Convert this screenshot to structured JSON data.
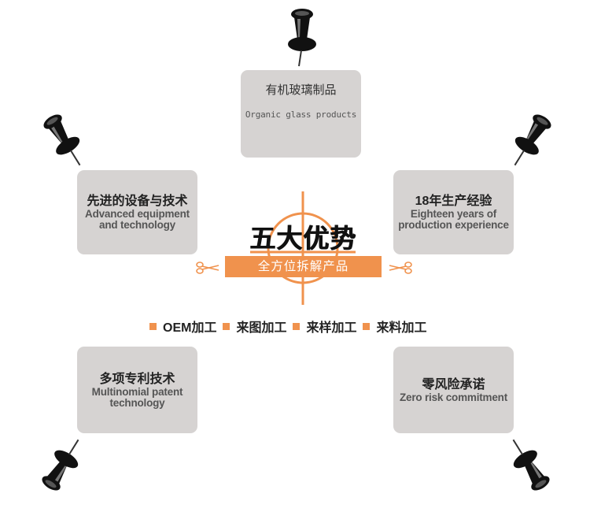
{
  "center": {
    "title": "五大优势",
    "subtitle": "全方位拆解产品"
  },
  "cards": {
    "top": {
      "zh": "有机玻璃制品",
      "en": "Organic glass products"
    },
    "left_upper": {
      "zh": "先进的设备与技术",
      "en_line1": "Advanced equipment",
      "en_line2": "and technology"
    },
    "right_upper": {
      "zh": "18年生产经验",
      "en_line1": "Eighteen years of",
      "en_line2": "production experience"
    },
    "left_lower": {
      "zh": "多项专利技术",
      "en_line1": "Multinomial patent",
      "en_line2": "technology"
    },
    "right_lower": {
      "zh": "零风险承诺",
      "en_line1": "Zero risk commitment"
    }
  },
  "services": [
    "OEM加工",
    "来图加工",
    "来样加工",
    "来料加工"
  ],
  "colors": {
    "accent": "#f0924d",
    "card_bg": "#d6d3d2",
    "pin": "#111111"
  }
}
